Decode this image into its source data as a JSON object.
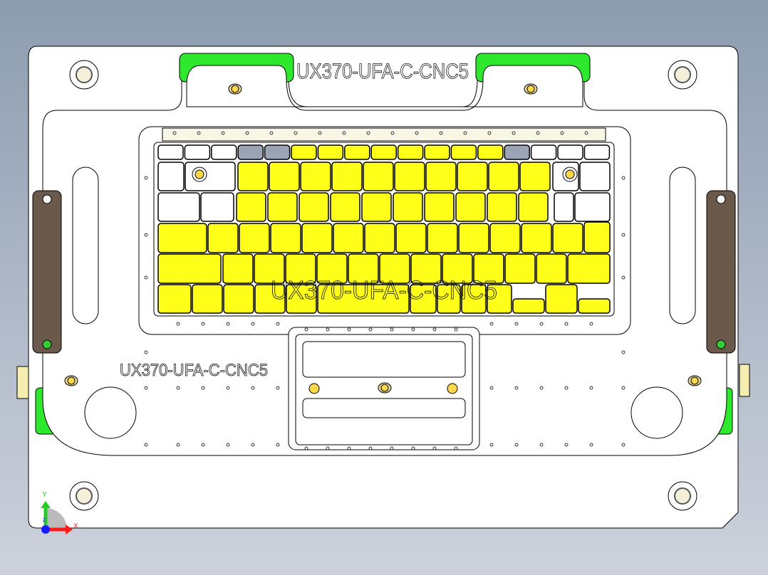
{
  "drawing": {
    "part_label_top": "UX370-UFA-C-CNC5",
    "part_label_center": "UX370-UFA-C-CNC5",
    "part_label_left": "UX370-UFA-C-CNC5"
  },
  "triad": {
    "x_label": "X",
    "y_label": "Y",
    "z_label": "Z"
  },
  "colors": {
    "plate": "#ffffff",
    "key_yellow": "#ffff1a",
    "key_gray": "#9aa4b4",
    "clamp_green": "#2ee82e",
    "handle_brown": "#6b5a4c",
    "axis_x": "#ff1a1a",
    "axis_y": "#22cc22",
    "axis_z": "#1a1aff",
    "background_top": "#8d9cb0",
    "background_bottom": "#cdd2dc"
  }
}
